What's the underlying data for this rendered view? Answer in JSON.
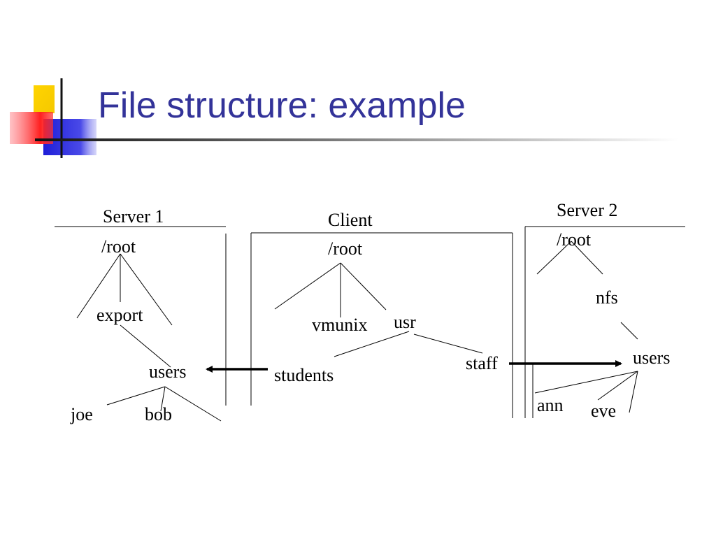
{
  "slide": {
    "title": "File structure: example",
    "title_color": "#333399"
  },
  "diagram": {
    "server1": {
      "heading": "Server 1",
      "root": "/root",
      "export": "export",
      "users": "users",
      "joe": "joe",
      "bob": "bob"
    },
    "client": {
      "heading": "Client",
      "root": "/root",
      "vmunix": "vmunix",
      "usr": "usr",
      "students": "students",
      "staff": "staff"
    },
    "server2": {
      "heading": "Server 2",
      "root": "/root",
      "nfs": "nfs",
      "users": "users",
      "ann": "ann",
      "eve": "eve"
    }
  }
}
